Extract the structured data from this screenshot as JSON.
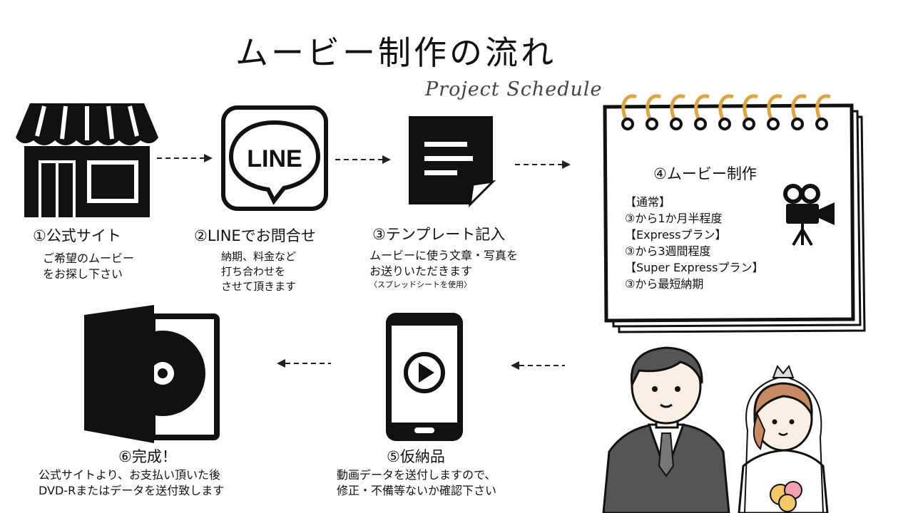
{
  "header": {
    "title": "ムービー制作の流れ",
    "subtitle": "Project Schedule"
  },
  "steps": {
    "step1": {
      "label": "①公式サイト",
      "desc": [
        "ご希望のムービー",
        "をお探し下さい"
      ]
    },
    "step2": {
      "label": "②LINEでお問合せ",
      "desc": [
        "納期、料金など",
        "打ち合わせを",
        "させて頂きます"
      ],
      "icon_text": "LINE"
    },
    "step3": {
      "label": "③テンプレート記入",
      "desc": [
        "ムービーに使う文章・写真を",
        "お送りいただきます"
      ],
      "note": "〈スプレッドシートを使用〉"
    },
    "step4": {
      "label": "④ムービー制作",
      "plans": [
        "【通常】",
        "③から1か月半程度",
        "【Expressプラン】",
        "③から3週間程度",
        "【Super Expressプラン】",
        "③から最短納期"
      ]
    },
    "step5": {
      "label": "⑤仮納品",
      "desc": [
        "動画データを送付しますので、",
        "修正・不備等ないか確認下さい"
      ]
    },
    "step6": {
      "label": "⑥完成！",
      "desc": [
        "公式サイトより、お支払い頂いた後",
        "DVD-Rまたはデータを送付致します"
      ]
    }
  },
  "icons": [
    "store-icon",
    "line-chat-icon",
    "document-icon",
    "notebook-icon",
    "movie-camera-icon",
    "smartphone-play-icon",
    "dvd-case-icon",
    "couple-illustration"
  ],
  "colors": {
    "text": "#111111",
    "ring": "#d9a64a",
    "arrow": "#222222"
  }
}
